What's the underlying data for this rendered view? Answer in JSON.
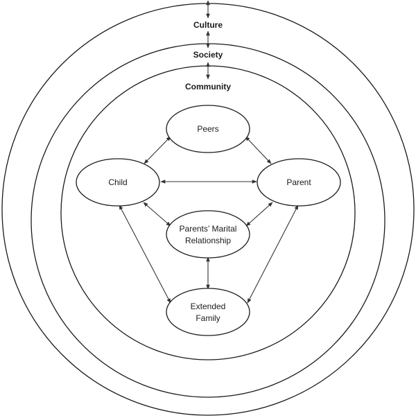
{
  "rings": {
    "culture": "Culture",
    "society": "Society",
    "community": "Community"
  },
  "nodes": {
    "peers": "Peers",
    "child": "Child",
    "parent": "Parent",
    "marital_line1": "Parents’ Marital",
    "marital_line2": "Relationship",
    "extended_line1": "Extended",
    "extended_line2": "Family"
  },
  "colors": {
    "stroke": "#1a1a1a",
    "background": "#ffffff"
  }
}
